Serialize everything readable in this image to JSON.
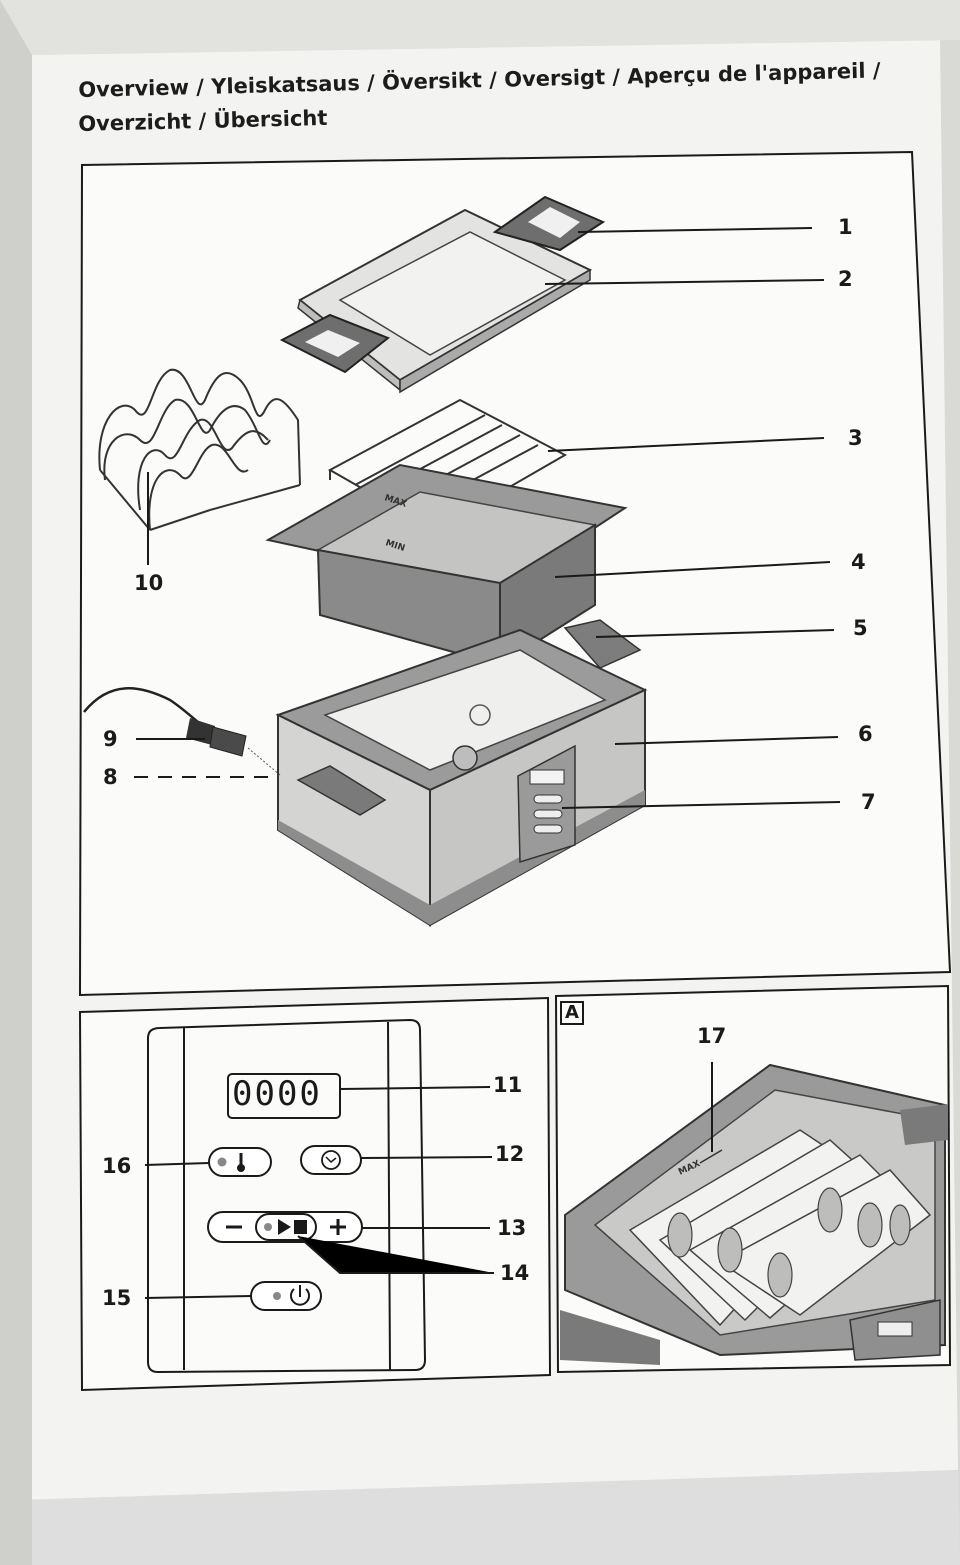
{
  "title": {
    "line1": "Overview / Yleiskatsaus / Översikt / Oversigt / Aperçu de l'appareil /",
    "line2": "Overzicht / Übersicht"
  },
  "callouts": {
    "c1": "1",
    "c2": "2",
    "c3": "3",
    "c4": "4",
    "c5": "5",
    "c6": "6",
    "c7": "7",
    "c8": "8",
    "c9": "9",
    "c10": "10",
    "c11": "11",
    "c12": "12",
    "c13": "13",
    "c14": "14",
    "c15": "15",
    "c16": "16",
    "c17": "17"
  },
  "panel_a_label": "A",
  "display_readout": "0000",
  "container_markings": {
    "min": "MIN",
    "max": "MAX"
  },
  "icons": {
    "temperature_button": "thermometer-icon",
    "timer_button": "clock-icon",
    "minus": "minus-icon",
    "plus": "plus-icon",
    "start_stop": "play-stop-icon",
    "power": "power-icon"
  },
  "colors": {
    "paper": "#f4f4f2",
    "ink": "#1a1a1a",
    "appliance_gray": "#8e8e8e",
    "appliance_light": "#d6d6d4"
  }
}
